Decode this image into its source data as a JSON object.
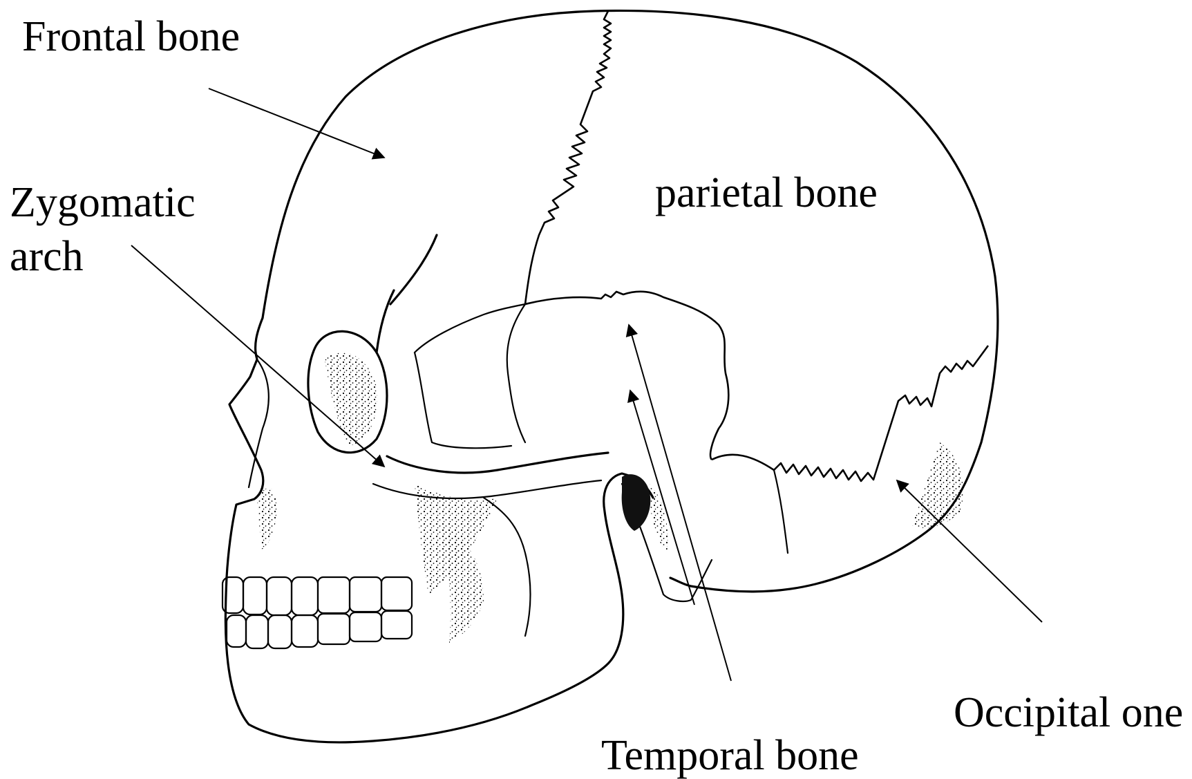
{
  "labels": {
    "frontal": "Frontal bone",
    "zygomatic_line1": "Zygomatic",
    "zygomatic_line2": "arch",
    "parietal": "parietal bone",
    "temporal": "Temporal bone",
    "occipital": "Occipital one"
  },
  "colors": {
    "ink": "#000000",
    "background": "#ffffff"
  }
}
